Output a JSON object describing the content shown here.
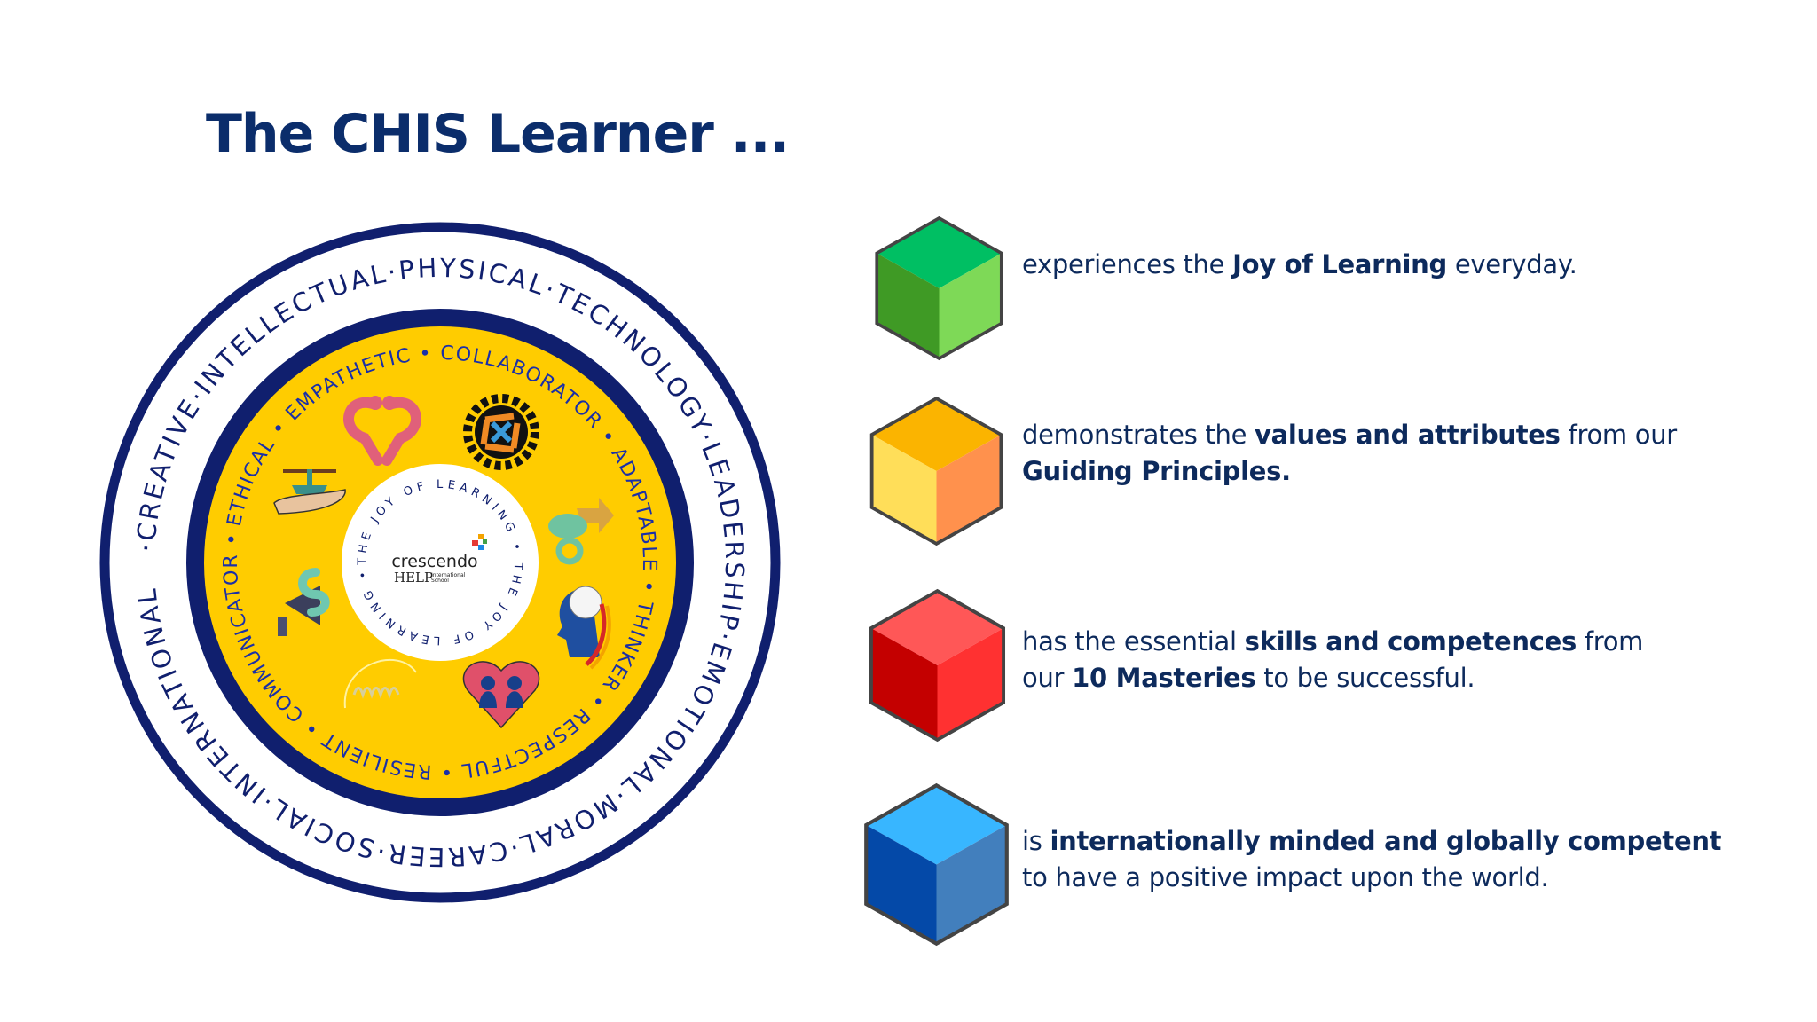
{
  "title": "The CHIS Learner ...",
  "emblem": {
    "outer_ring_text": "·CREATIVE·INTELLECTUAL·PHYSICAL·TECHNOLOGY·LEADERSHIP·EMOTIONAL·MORAL·CAREER·SOCIAL·INTERNATIONAL",
    "inner_ring_text": "ETHICAL • EMPATHETIC • COLLABORATOR • ADAPTABLE • THINKER • RESPECTFUL • RESILIENT • COMMUNICATOR •",
    "center_ring_text": "THE JOY OF LEARNING • THE JOY OF LEARNING •",
    "logo": {
      "name": "crescendo",
      "sub": "HELP",
      "sub2": "International",
      "sub3": "School"
    },
    "colors": {
      "navy": "#101f6e",
      "yellow": "#ffcc00",
      "text_blue": "#1a2fa8"
    }
  },
  "items": [
    {
      "color": "green",
      "parts": [
        "experiences the ",
        "Joy of Learning",
        " everyday."
      ]
    },
    {
      "color": "yellow",
      "parts": [
        "demonstrates the ",
        "values and attributes",
        " from our",
        "Guiding Principles."
      ]
    },
    {
      "color": "red",
      "parts": [
        "has the essential ",
        "skills and competences",
        " from",
        "our ",
        "10 Masteries",
        " to be successful."
      ]
    },
    {
      "color": "blue",
      "parts": [
        "is ",
        "internationally minded and globally competent",
        "to have a positive impact upon the world."
      ]
    }
  ],
  "cube_colors": {
    "green": [
      "#00bf63",
      "#3f9a25",
      "#7ed957"
    ],
    "yellow": [
      "#fbb400",
      "#ffde59",
      "#ff914d"
    ],
    "red": [
      "#ff5757",
      "#c40000",
      "#ff3131"
    ],
    "blue": [
      "#38b6ff",
      "#0449a8",
      "#427fbd"
    ]
  }
}
